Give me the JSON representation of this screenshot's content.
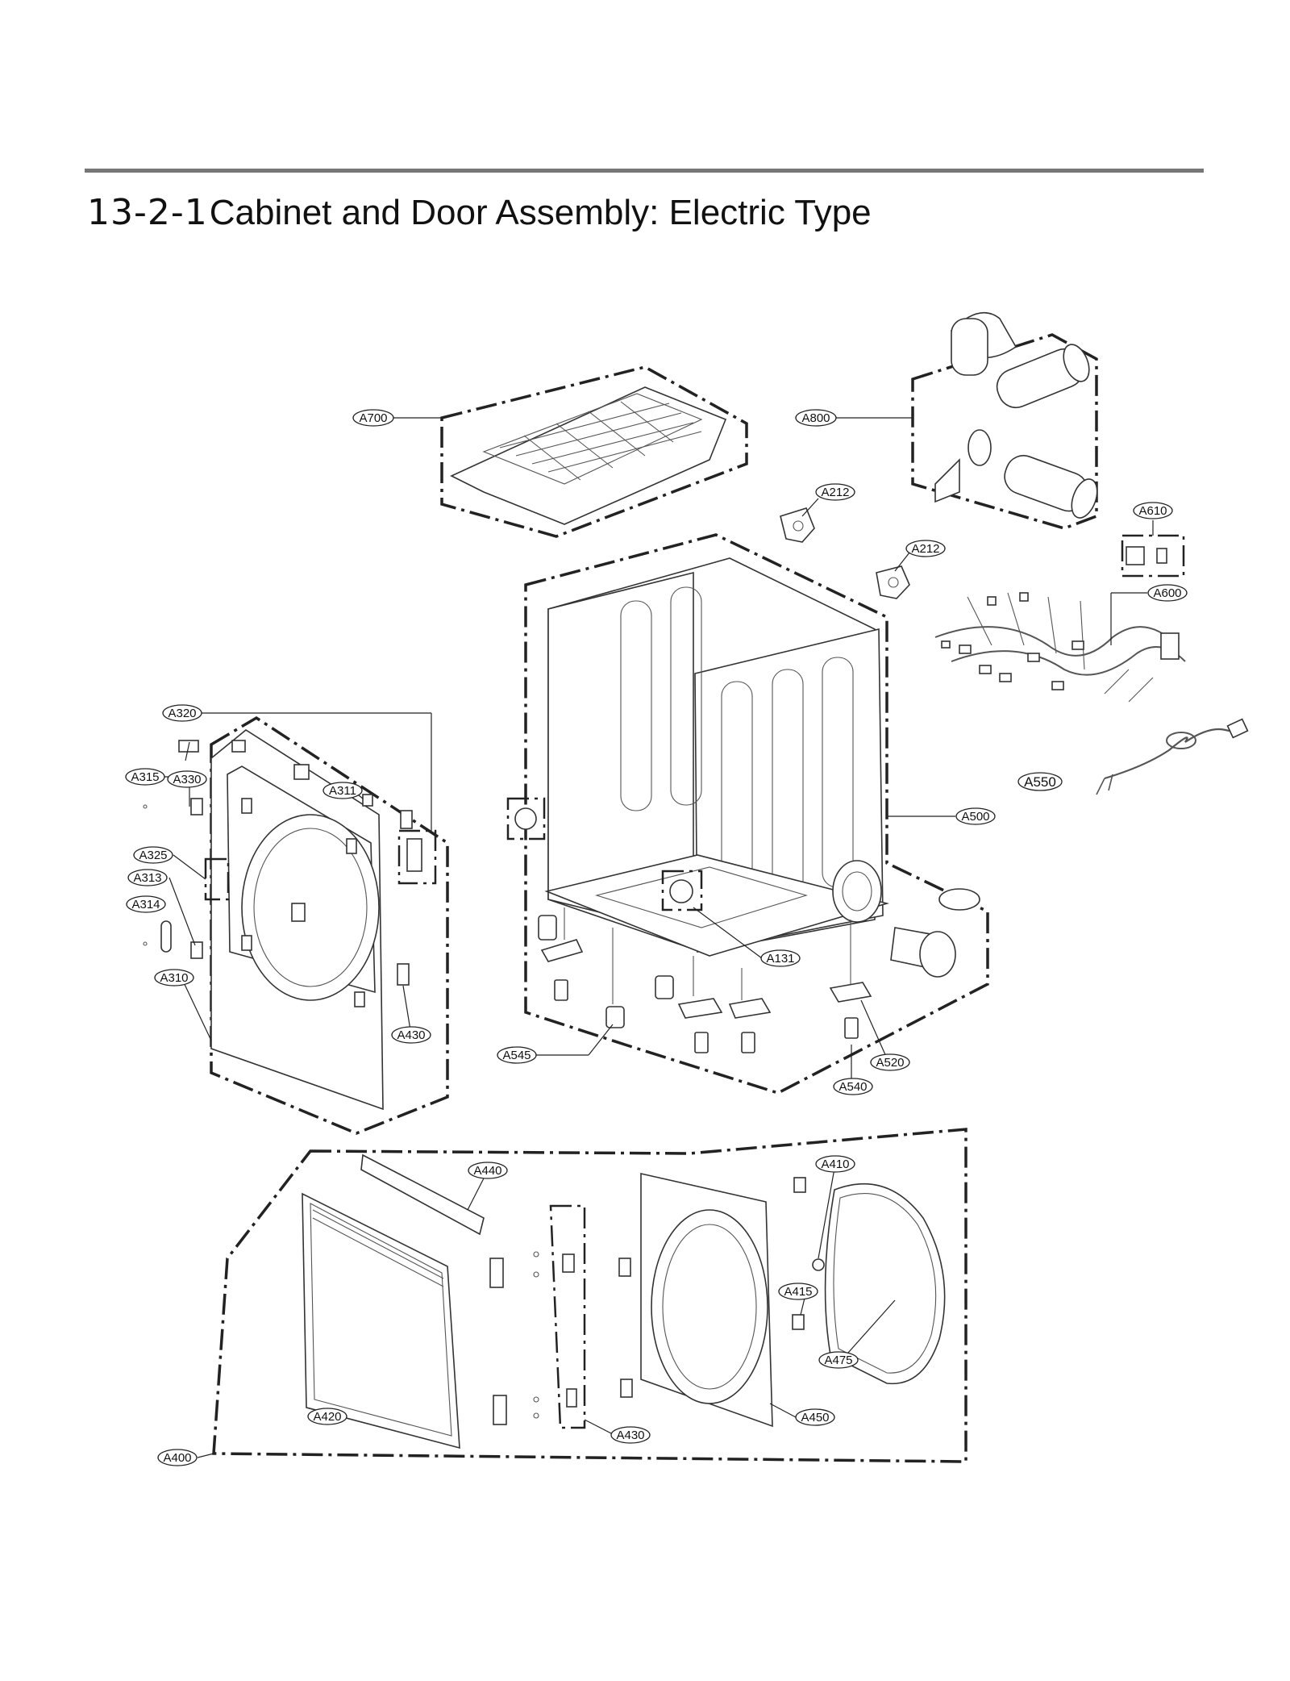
{
  "title": {
    "number": "13-2-1",
    "text": "Cabinet and Door Assembly: Electric Type"
  },
  "callouts": {
    "A700": "A700",
    "A800": "A800",
    "A212_1": "A212",
    "A212_2": "A212",
    "A610": "A610",
    "A600": "A600",
    "A550": "A550",
    "A500": "A500",
    "A131": "A131",
    "A520": "A520",
    "A540": "A540",
    "A545": "A545",
    "A320": "A320",
    "A315": "A315",
    "A330": "A330",
    "A311": "A311",
    "A325": "A325",
    "A313": "A313",
    "A314": "A314",
    "A310": "A310",
    "A430_1": "A430",
    "A440": "A440",
    "A410": "A410",
    "A415": "A415",
    "A475": "A475",
    "A450": "A450",
    "A430_2": "A430",
    "A420": "A420",
    "A400": "A400"
  }
}
